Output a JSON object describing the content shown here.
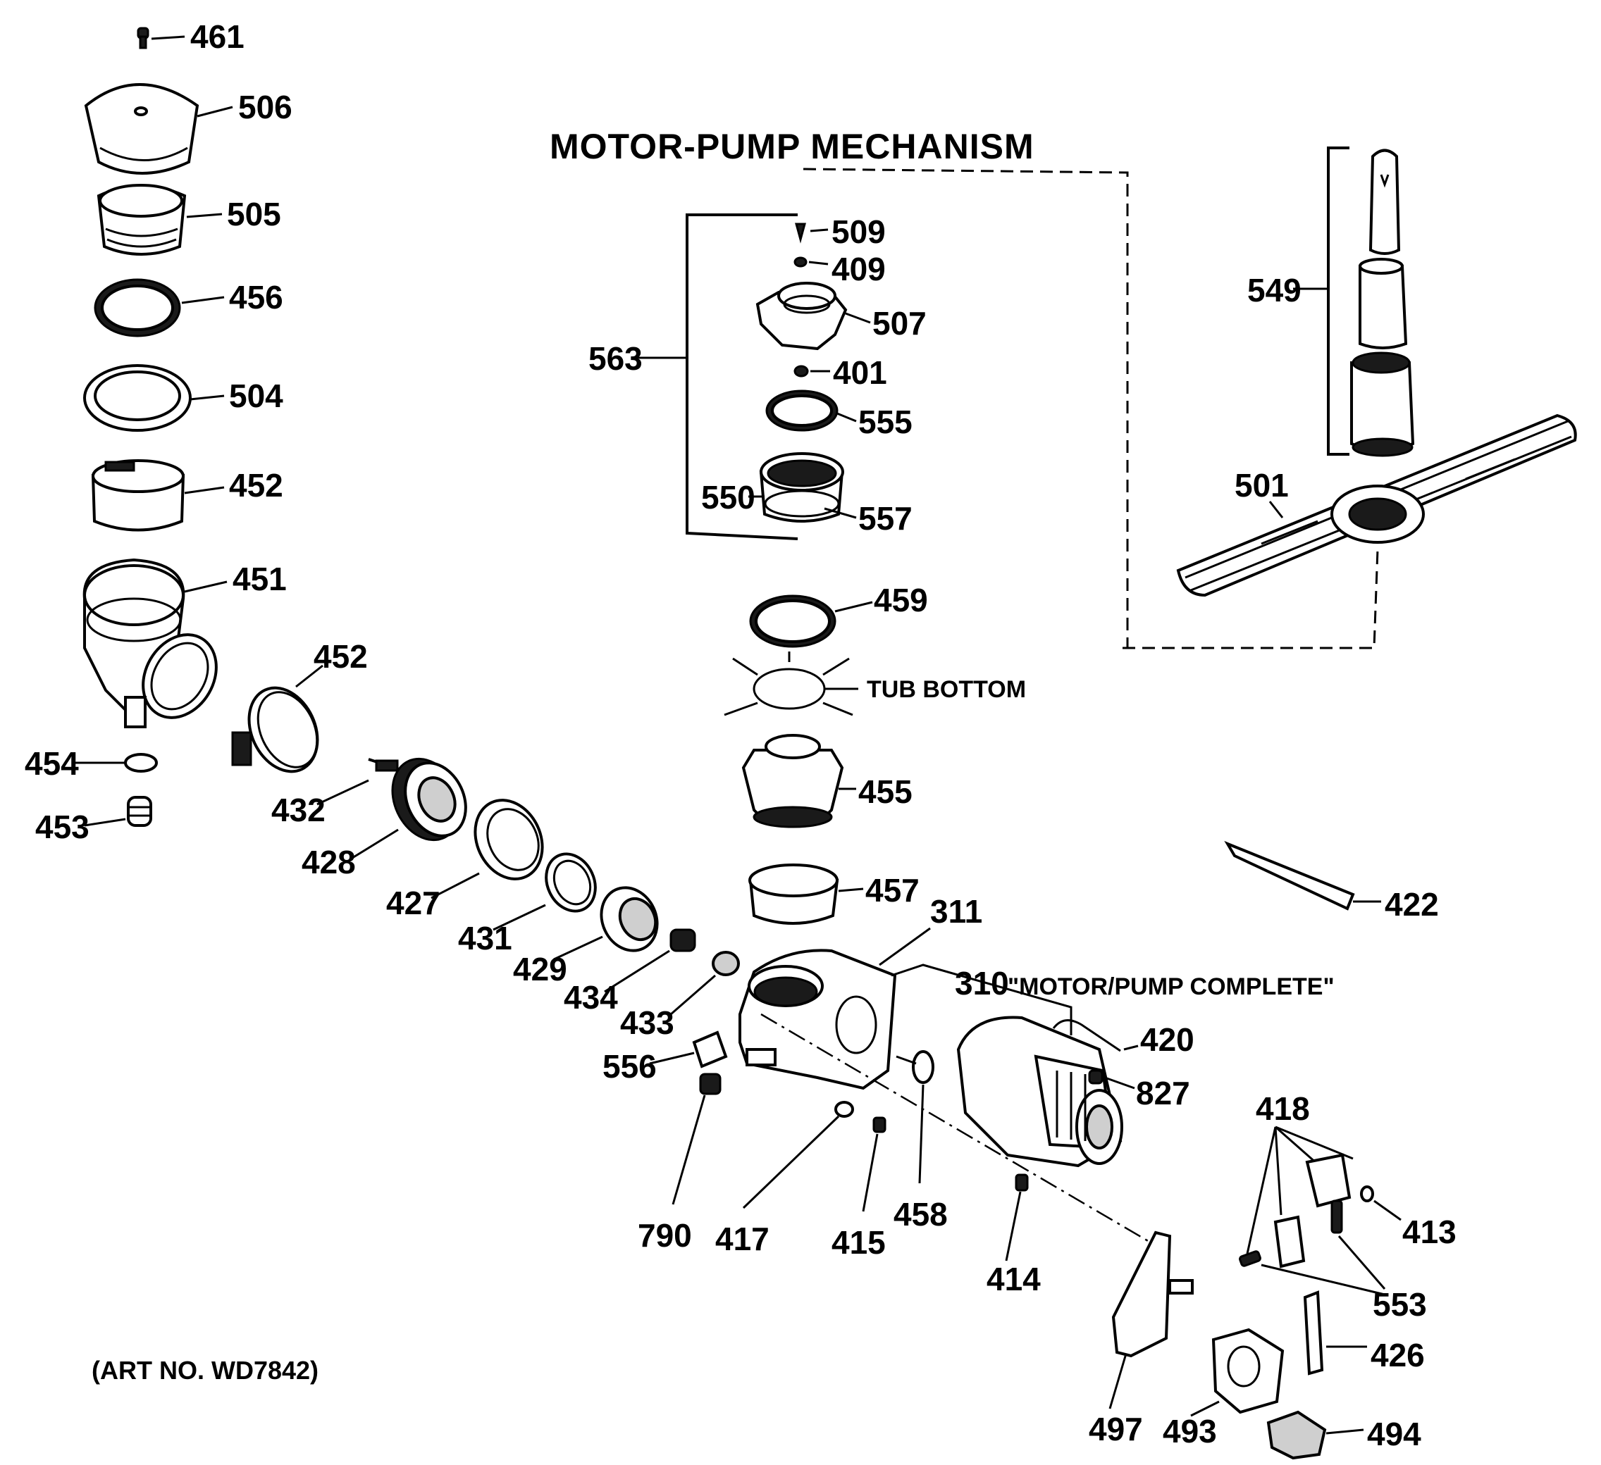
{
  "title": "MOTOR-PUMP MECHANISM",
  "art_number": "(ART NO. WD7842)",
  "tub_bottom_label": "TUB BOTTOM",
  "motor_pump_complete": {
    "number": "310",
    "label": "\"MOTOR/PUMP COMPLETE\""
  },
  "part_numbers": {
    "p461": "461",
    "p506": "506",
    "p505": "505",
    "p456": "456",
    "p504": "504",
    "p452a": "452",
    "p451": "451",
    "p452b": "452",
    "p454": "454",
    "p453": "453",
    "p432": "432",
    "p428": "428",
    "p427": "427",
    "p431": "431",
    "p429": "429",
    "p434": "434",
    "p433": "433",
    "p556": "556",
    "p790": "790",
    "p417": "417",
    "p415": "415",
    "p458": "458",
    "p414": "414",
    "p311": "311",
    "p420": "420",
    "p827": "827",
    "p418": "418",
    "p413": "413",
    "p553": "553",
    "p426": "426",
    "p497": "497",
    "p493": "493",
    "p494": "494",
    "p422": "422",
    "p509": "509",
    "p409": "409",
    "p507": "507",
    "p563": "563",
    "p401": "401",
    "p555": "555",
    "p550": "550",
    "p557": "557",
    "p459": "459",
    "p455": "455",
    "p457": "457",
    "p549": "549",
    "p501": "501"
  },
  "colors": {
    "ink": "#000000",
    "paper": "#ffffff"
  }
}
